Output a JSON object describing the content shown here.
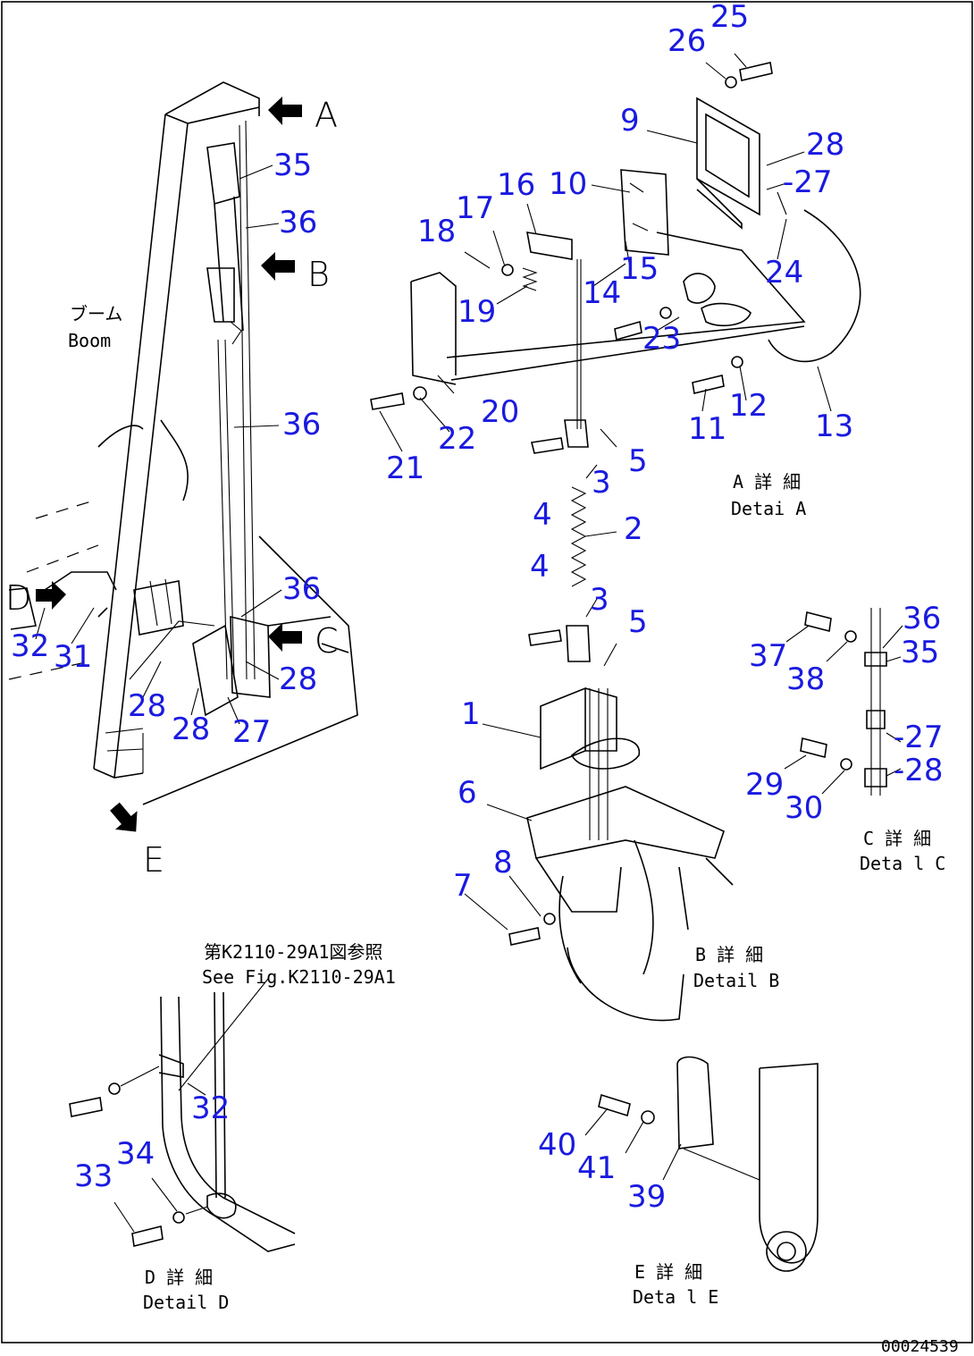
{
  "parts": {
    "p1": "1",
    "p2": "2",
    "p3a": "3",
    "p3b": "3",
    "p4a": "4",
    "p4b": "4",
    "p5a": "5",
    "p5b": "5",
    "p6": "6",
    "p7": "7",
    "p8": "8",
    "p9": "9",
    "p10": "10",
    "p11": "11",
    "p12": "12",
    "p13": "13",
    "p14": "14",
    "p15": "15",
    "p16": "16",
    "p17": "17",
    "p18": "18",
    "p19": "19",
    "p20": "20",
    "p21": "21",
    "p22": "22",
    "p23": "23",
    "p24": "24",
    "p25": "25",
    "p26": "26",
    "p27a": "-27",
    "p28a": "28",
    "p27b": "27",
    "p28b": "28",
    "p28c": "28",
    "p28d": "28",
    "p27c": "-27",
    "p28e": "-28",
    "p29": "29",
    "p30": "30",
    "p31": "31",
    "p32a": "32",
    "p32b": "32",
    "p33": "33",
    "p34": "34",
    "p35a": "35",
    "p35b": "35",
    "p36a": "36",
    "p36b": "36",
    "p36c": "36",
    "p36d": "36",
    "p37": "37",
    "p38": "38",
    "p39": "39",
    "p40": "40",
    "p41": "41"
  },
  "view_letters": {
    "A": "A",
    "B": "B",
    "C": "C",
    "D": "D",
    "E": "E"
  },
  "captions": {
    "boom_jp": "ブーム",
    "boom_en": "Boom",
    "detail_a_jp": "A 詳 細",
    "detail_a_en": "Detai A",
    "detail_b_jp": "B 詳 細",
    "detail_b_en": "Detail B",
    "detail_c_jp": "C 詳 細",
    "detail_c_en": "Deta l C",
    "detail_d_jp": "D 詳 細",
    "detail_d_en": "Detail D",
    "detail_e_jp": "E 詳 細",
    "detail_e_en": "Deta l E",
    "ref_jp": "第K2110-29A1図参照",
    "ref_en": "See Fig.K2110-29A1",
    "drawing_id": "00024539"
  },
  "colors": {
    "callout": "#1a1ae0",
    "line": "#000000"
  }
}
